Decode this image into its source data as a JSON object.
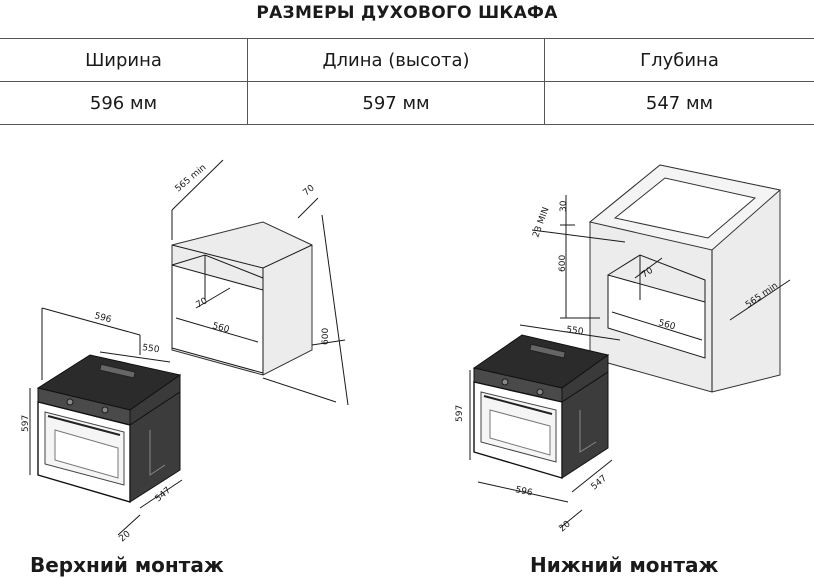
{
  "title": "РАЗМЕРЫ ДУХОВОГО ШКАФА",
  "table": {
    "headers": [
      "Ширина",
      "Длина (высота)",
      "Глубина"
    ],
    "values": [
      "596 мм",
      "597 мм",
      "547 мм"
    ]
  },
  "left": {
    "caption": "Верхний монтаж",
    "labels": {
      "d565": "565 min",
      "d70a": "70",
      "d70b": "70",
      "d560": "560",
      "d600": "600",
      "d596": "596",
      "d550": "550",
      "d597": "597",
      "d547": "547",
      "d20": "20"
    }
  },
  "right": {
    "caption": "Нижний монтаж",
    "labels": {
      "d30": "30",
      "d23": "23 MIN",
      "d600": "600",
      "d70": "70",
      "d560": "560",
      "d565": "565 min",
      "d550": "550",
      "d597": "597",
      "d596": "596",
      "d547": "547",
      "d20": "20"
    }
  }
}
